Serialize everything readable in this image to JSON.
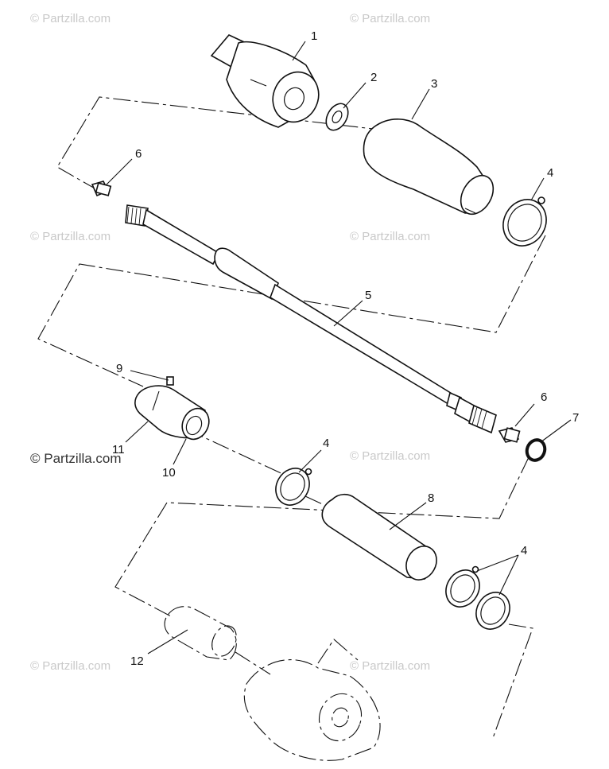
{
  "watermark": "© Partzilla.com",
  "callouts": {
    "c1": "1",
    "c2": "2",
    "c3": "3",
    "c4a": "4",
    "c4b": "4",
    "c4c": "4",
    "c5": "5",
    "c6a": "6",
    "c6b": "6",
    "c7": "7",
    "c8": "8",
    "c9": "9",
    "c10": "10",
    "c11": "11",
    "c12": "12"
  },
  "colors": {
    "line": "#111111",
    "watermark": "#c9c9c9",
    "background": "#ffffff"
  }
}
